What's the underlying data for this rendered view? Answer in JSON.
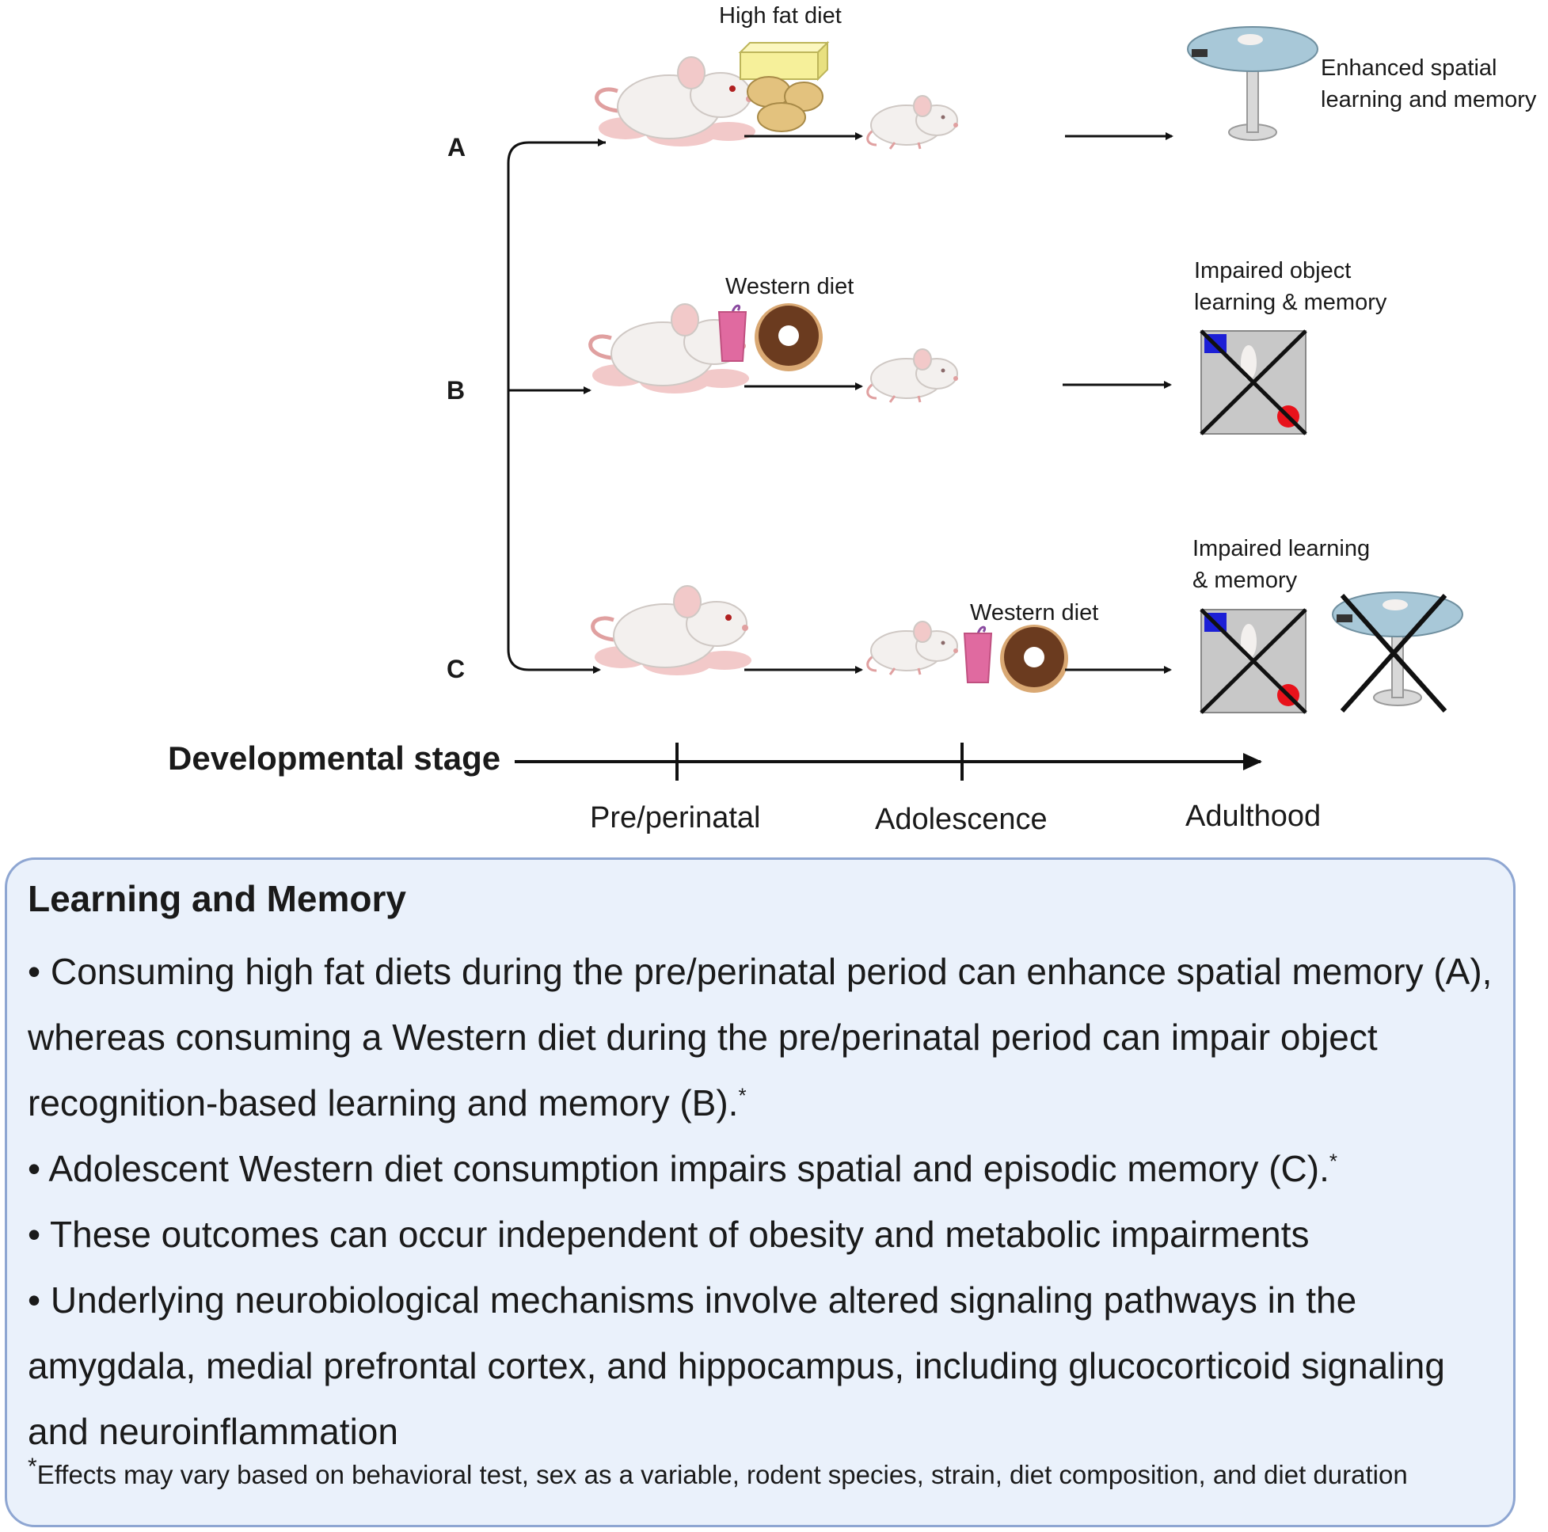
{
  "rows": [
    {
      "letter": "A",
      "diet_label": "High fat diet",
      "outcome": [
        "Enhanced spatial",
        "learning and memory"
      ]
    },
    {
      "letter": "B",
      "diet_label": "Western diet",
      "outcome": [
        "Impaired object",
        "learning & memory"
      ]
    },
    {
      "letter": "C",
      "diet_label": "Western diet",
      "outcome": [
        "Impaired learning",
        "& memory"
      ]
    }
  ],
  "timeline": {
    "label": "Developmental stage",
    "stages": [
      "Pre/perinatal",
      "Adolescence",
      "Adulthood"
    ]
  },
  "summary": {
    "title": "Learning and Memory",
    "bullets": [
      "• Consuming high fat diets during the pre/perinatal period can enhance spatial memory (A), whereas consuming a Western diet during the pre/perinatal period can impair object recognition-based learning and memory (B).",
      "• Adolescent Western diet consumption impairs spatial and episodic memory (C).",
      "• These outcomes can occur independent of obesity and metabolic impairments",
      "• Underlying neurobiological mechanisms involve altered signaling pathways in the amygdala, medial prefrontal cortex, and hippocampus, including glucocorticoid signaling and neuroinflammation"
    ],
    "asterisk": "*",
    "footnote": "Effects may vary based on behavioral test, sex as a variable, rodent species, strain, diet composition, and diet duration"
  },
  "colors": {
    "box_fill": "#eaf1fb",
    "box_border": "#8ea6d2",
    "mouse_body": "#f3f0ee",
    "pup": "#f2c9c9",
    "maze_top": "#a8c8d8",
    "butter": "#f6f09a",
    "chips": "#e3c27e",
    "donut": "#6b3b1f",
    "drink": "#e06aa0",
    "object_marker_square": "#1c1fd6",
    "object_marker_circle": "#e8121b"
  }
}
